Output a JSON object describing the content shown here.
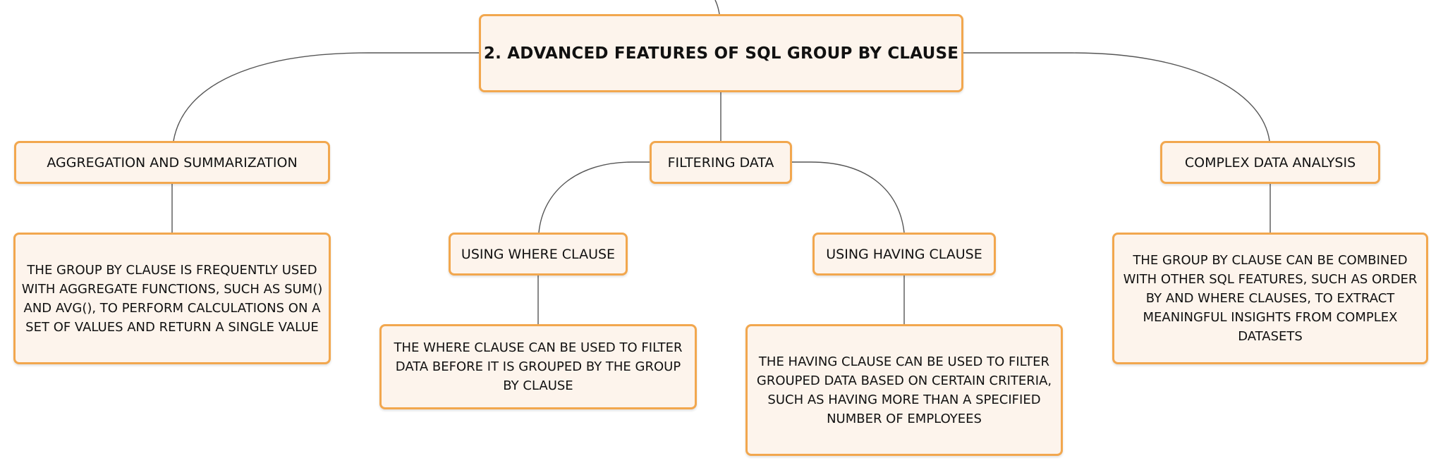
{
  "root": {
    "label": "2. ADVANCED FEATURES OF SQL GROUP BY CLAUSE"
  },
  "branches": {
    "aggregation": {
      "label": "AGGREGATION AND SUMMARIZATION",
      "detail": "THE GROUP BY CLAUSE IS FREQUENTLY USED WITH AGGREGATE FUNCTIONS, SUCH AS SUM() AND AVG(), TO PERFORM CALCULATIONS ON A SET OF VALUES AND RETURN A SINGLE VALUE"
    },
    "filtering": {
      "label": "FILTERING DATA",
      "where": {
        "label": "USING WHERE CLAUSE",
        "detail": "THE WHERE CLAUSE CAN BE USED TO FILTER DATA BEFORE IT IS GROUPED BY THE GROUP BY CLAUSE"
      },
      "having": {
        "label": "USING HAVING CLAUSE",
        "detail": "THE HAVING CLAUSE CAN BE USED TO FILTER GROUPED DATA BASED ON CERTAIN CRITERIA, SUCH AS HAVING MORE THAN A SPECIFIED NUMBER OF EMPLOYEES"
      }
    },
    "complex": {
      "label": "COMPLEX DATA ANALYSIS",
      "detail": "THE GROUP BY CLAUSE CAN BE COMBINED WITH OTHER SQL FEATURES, SUCH AS ORDER BY AND WHERE CLAUSES, TO EXTRACT MEANINGFUL INSIGHTS FROM COMPLEX DATASETS"
    }
  },
  "colors": {
    "border": "#f2a74e",
    "fill": "#fdf4ec",
    "connector": "#555555"
  }
}
